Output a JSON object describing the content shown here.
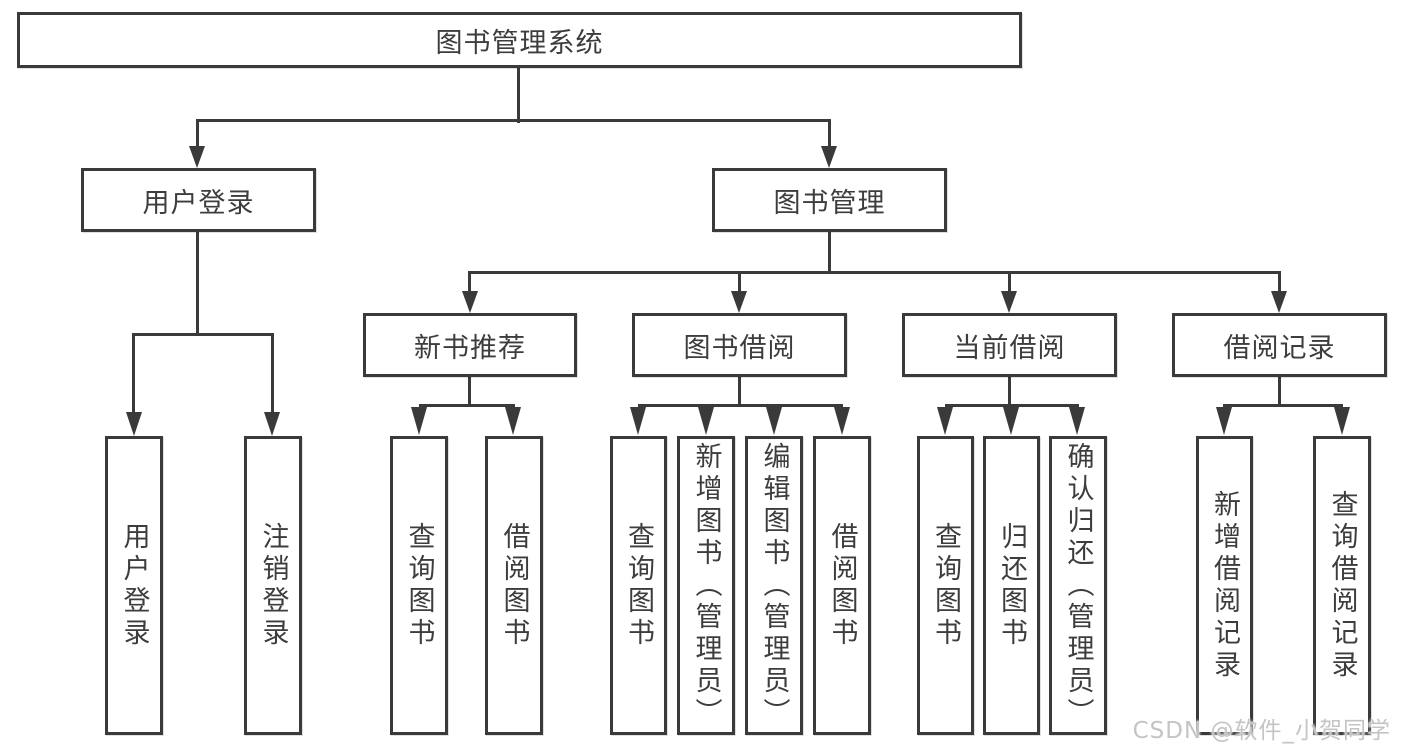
{
  "nodes": {
    "root": "图书管理系统",
    "user_login": "用户登录",
    "book_management": "图书管理",
    "new_book_recommend": "新书推荐",
    "book_borrowing": "图书借阅",
    "current_borrowing": "当前借阅",
    "borrowing_records": "借阅记录",
    "leaf_user_login": "用户登录",
    "leaf_logout": "注销登录",
    "nb_query_books": "查询图书",
    "nb_borrow_books": "借阅图书",
    "bb_query_books": "查询图书",
    "bb_add_books": "新增图书（管理员）",
    "bb_edit_books": "编辑图书（管理员）",
    "bb_borrow_books": "借阅图书",
    "cb_query_books": "查询图书",
    "cb_return_books": "归还图书",
    "cb_confirm_return": "确认归还（管理员）",
    "br_add_record": "新增借阅记录",
    "br_query_record": "查询借阅记录"
  },
  "watermark": "CSDN @软件_小贺同学",
  "colors": {
    "line": "#3a3a3a",
    "text": "#3d3d3d",
    "background": "#ffffff",
    "watermark": "#c4c4c4"
  }
}
